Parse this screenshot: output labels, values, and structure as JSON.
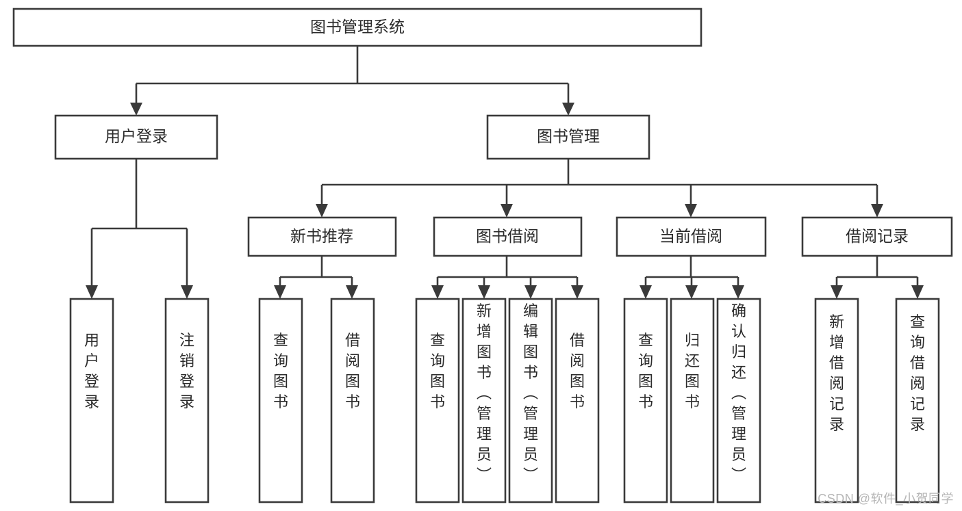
{
  "diagram": {
    "type": "tree-hierarchy",
    "title": "图书管理系统",
    "watermark": "CSDN @软件_小贺同学",
    "colors": {
      "stroke": "#3a3a3a",
      "fill": "#ffffff",
      "text": "#2b2b2b",
      "watermark": "#b6b6b6",
      "background": "#ffffff"
    },
    "levels": {
      "root": {
        "label": "图书管理系统"
      },
      "level2": [
        {
          "id": "user-login",
          "label": "用户登录"
        },
        {
          "id": "book-manage",
          "label": "图书管理"
        }
      ],
      "level3": [
        {
          "id": "new-book-recommend",
          "label": "新书推荐",
          "parent": "book-manage"
        },
        {
          "id": "book-borrow",
          "label": "图书借阅",
          "parent": "book-manage"
        },
        {
          "id": "current-borrow",
          "label": "当前借阅",
          "parent": "book-manage"
        },
        {
          "id": "borrow-record",
          "label": "借阅记录",
          "parent": "book-manage"
        }
      ],
      "leaves": [
        {
          "id": "leaf-user-login",
          "label": "用户登录",
          "parent": "user-login"
        },
        {
          "id": "leaf-user-logout",
          "label": "注销登录",
          "parent": "user-login"
        },
        {
          "id": "leaf-query-book-1",
          "label": "查询图书",
          "parent": "new-book-recommend"
        },
        {
          "id": "leaf-borrow-book-1",
          "label": "借阅图书",
          "parent": "new-book-recommend"
        },
        {
          "id": "leaf-query-book-2",
          "label": "查询图书",
          "parent": "book-borrow"
        },
        {
          "id": "leaf-add-book",
          "label": "新增图书（管理员）",
          "parent": "book-borrow"
        },
        {
          "id": "leaf-edit-book",
          "label": "编辑图书（管理员）",
          "parent": "book-borrow"
        },
        {
          "id": "leaf-borrow-book-2",
          "label": "借阅图书",
          "parent": "book-borrow"
        },
        {
          "id": "leaf-query-book-3",
          "label": "查询图书",
          "parent": "current-borrow"
        },
        {
          "id": "leaf-return-book",
          "label": "归还图书",
          "parent": "current-borrow"
        },
        {
          "id": "leaf-confirm-return",
          "label": "确认归还（管理员）",
          "parent": "current-borrow"
        },
        {
          "id": "leaf-add-record",
          "label": "新增借阅记录",
          "parent": "borrow-record"
        },
        {
          "id": "leaf-query-record",
          "label": "查询借阅记录",
          "parent": "borrow-record"
        }
      ]
    }
  }
}
